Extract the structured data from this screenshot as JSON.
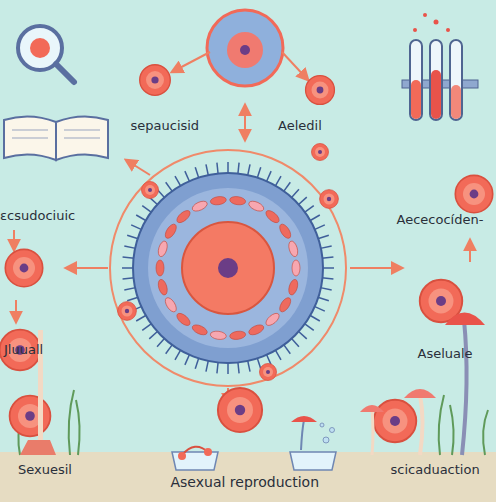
{
  "diagram": {
    "labels": [
      "sepaucisid",
      "Aeledil",
      "ɛcsudociuic",
      "Aececocíden-",
      "Jluuall",
      "Aseluale",
      "Sexuesil",
      "Asexual reproduction",
      "scicaduaction"
    ]
  }
}
